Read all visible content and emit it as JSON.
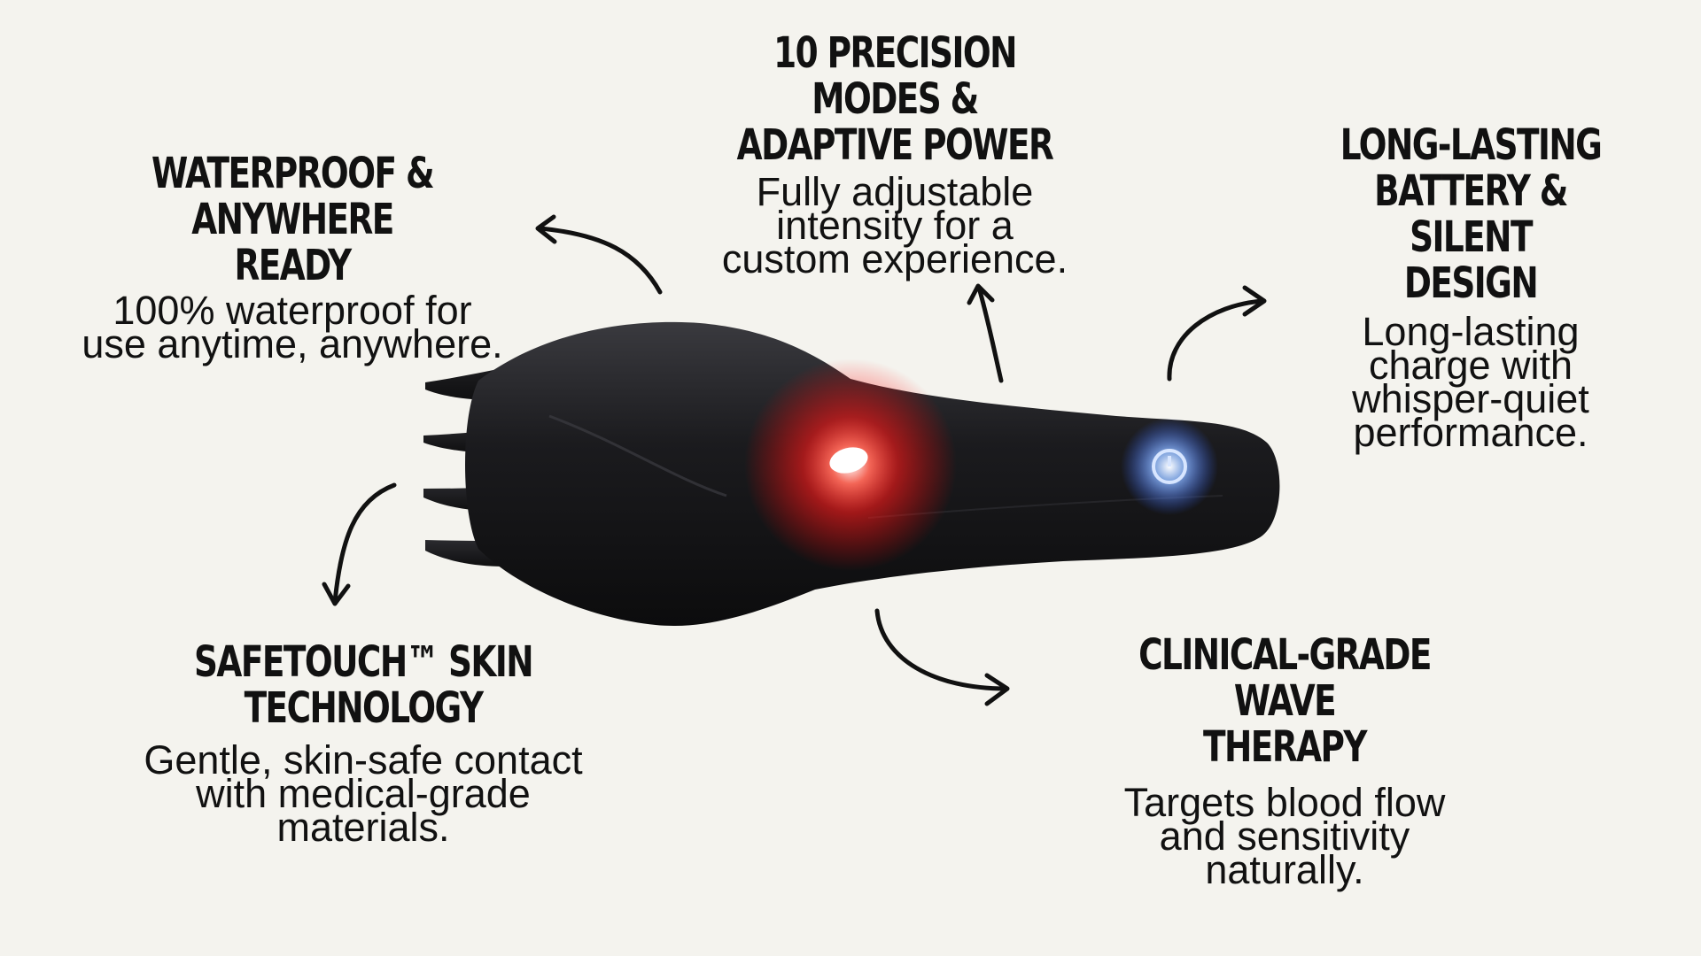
{
  "features": {
    "waterproof": {
      "title": "WATERPROOF & ANYWHERE\nREADY",
      "description": "100% waterproof for\nuse anytime, anywhere."
    },
    "precision": {
      "title": "10 PRECISION MODES &\nADAPTIVE POWER",
      "description": "Fully adjustable\nintensity for a\ncustom experience."
    },
    "battery": {
      "title": "LONG-LASTING\nBATTERY & SILENT\nDESIGN",
      "description": "Long-lasting\ncharge with\nwhisper-quiet\nperformance."
    },
    "safetouch": {
      "title": "SAFETOUCH™ SKIN\nTECHNOLOGY",
      "description": "Gentle, skin-safe contact\nwith medical-grade\nmaterials."
    },
    "wave": {
      "title": "CLINICAL-GRADE WAVE\nTHERAPY",
      "description": "Targets blood flow\nand sensitivity\nnaturally."
    }
  },
  "icons": {
    "device": "massager-device-image",
    "light_red": "red-glow-light",
    "light_blue": "power-button-icon"
  },
  "colors": {
    "background": "#f4f3ee",
    "text": "#111111",
    "device": "#1c1c1f",
    "glow_red": "#ff2a2a",
    "glow_blue": "#6fa8ff"
  }
}
